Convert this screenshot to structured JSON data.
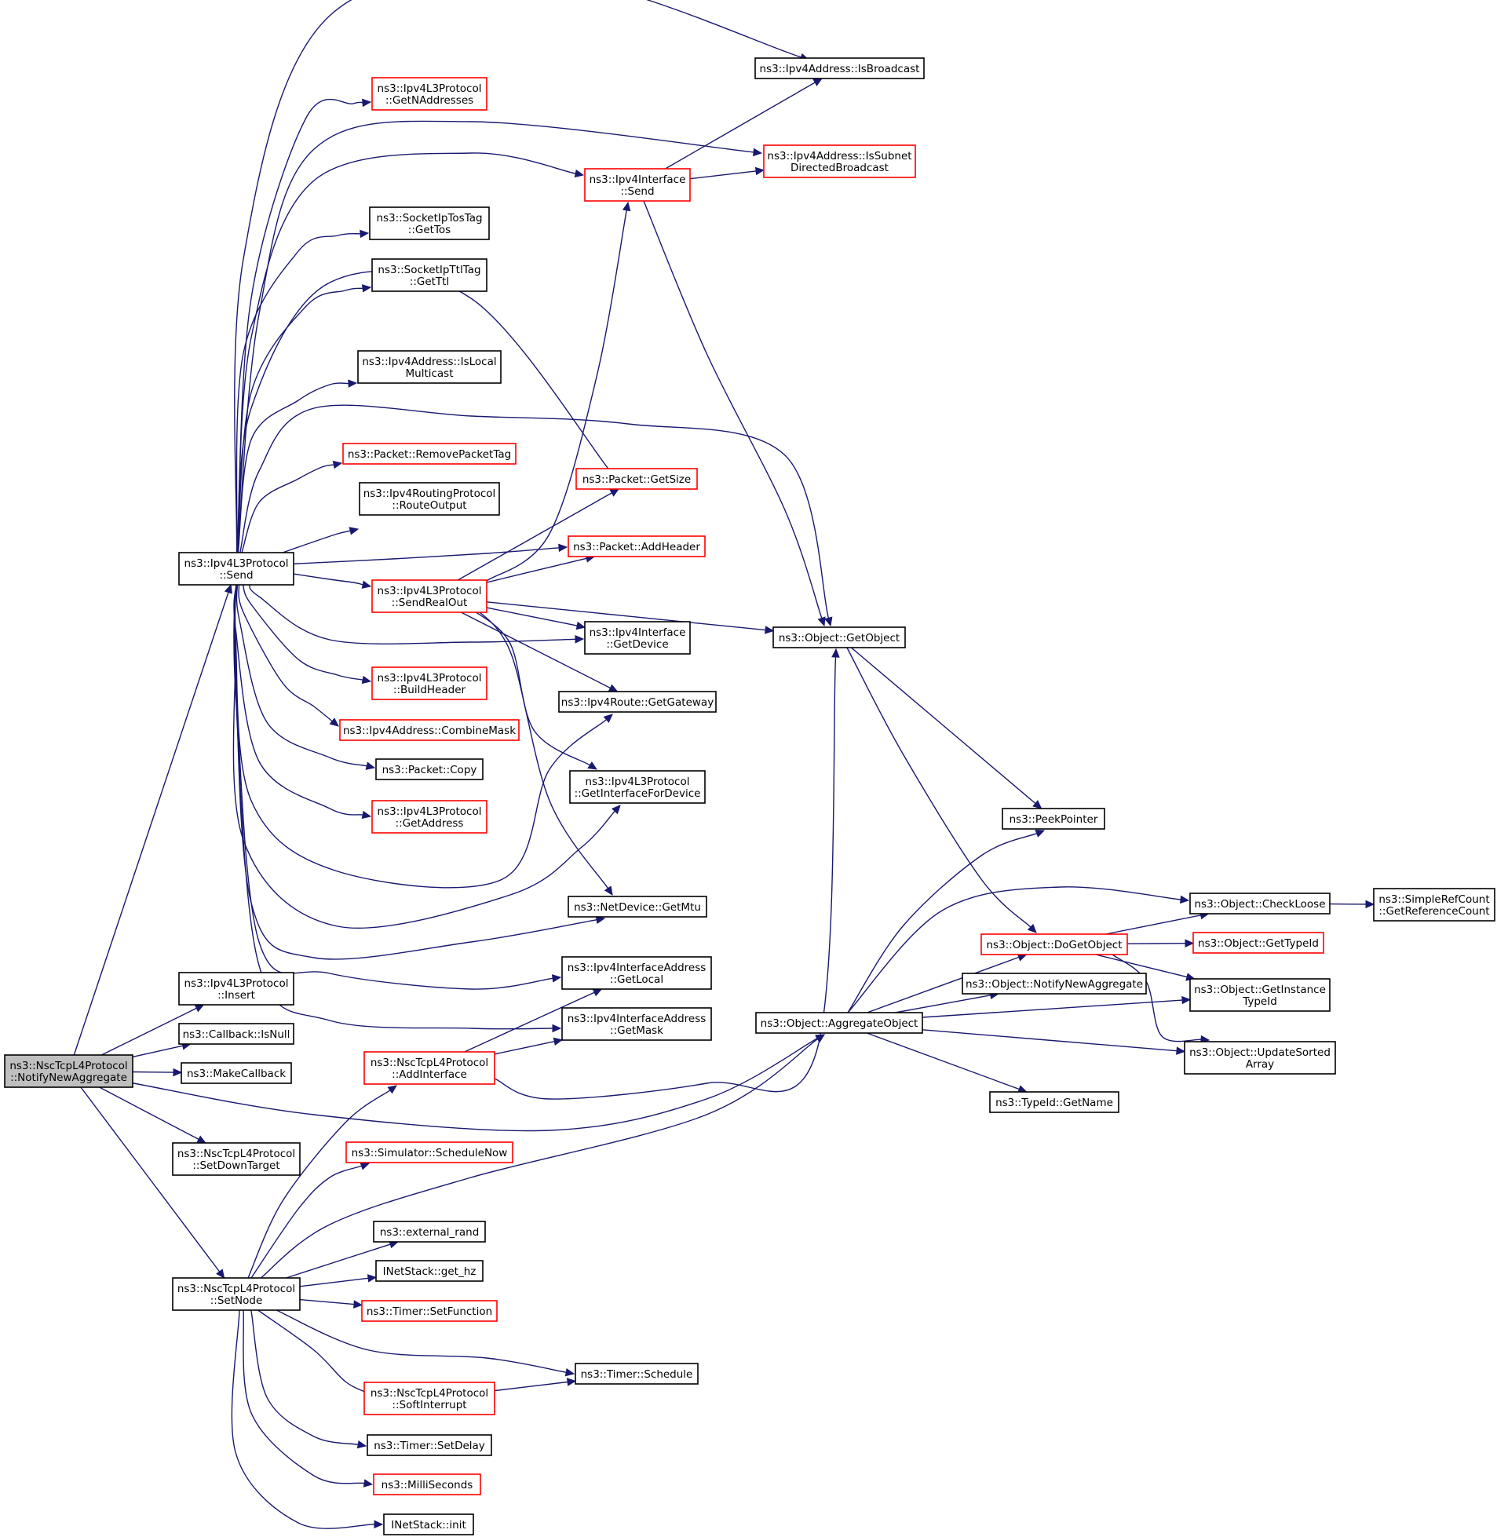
{
  "colors": {
    "edge": "#191970",
    "border_normal": "#000000",
    "border_truncated": "#ff0000",
    "root_fill": "#bfbfbf",
    "node_fill": "#ffffff"
  },
  "nodes": [
    {
      "id": "root",
      "lines": [
        "ns3::NscTcpL4Protocol",
        "::NotifyNewAggregate"
      ],
      "style": "root"
    },
    {
      "id": "ipv4l3_send",
      "lines": [
        "ns3::Ipv4L3Protocol",
        "::Send"
      ],
      "style": "normal"
    },
    {
      "id": "ipv4l3_insert",
      "lines": [
        "ns3::Ipv4L3Protocol",
        "::Insert"
      ],
      "style": "normal"
    },
    {
      "id": "callback_isnull",
      "lines": [
        "ns3::Callback::IsNull"
      ],
      "style": "normal"
    },
    {
      "id": "makecallback",
      "lines": [
        "ns3::MakeCallback"
      ],
      "style": "normal"
    },
    {
      "id": "setdowntarget",
      "lines": [
        "ns3::NscTcpL4Protocol",
        "::SetDownTarget"
      ],
      "style": "normal"
    },
    {
      "id": "setnode",
      "lines": [
        "ns3::NscTcpL4Protocol",
        "::SetNode"
      ],
      "style": "normal"
    },
    {
      "id": "getnaddresses",
      "lines": [
        "ns3::Ipv4L3Protocol",
        "::GetNAddresses"
      ],
      "style": "truncated"
    },
    {
      "id": "gettos",
      "lines": [
        "ns3::SocketIpTosTag",
        "::GetTos"
      ],
      "style": "normal"
    },
    {
      "id": "getttl",
      "lines": [
        "ns3::SocketIpTtlTag",
        "::GetTtl"
      ],
      "style": "normal"
    },
    {
      "id": "islocalmulticast",
      "lines": [
        "ns3::Ipv4Address::IsLocal",
        "Multicast"
      ],
      "style": "normal"
    },
    {
      "id": "removepackettag",
      "lines": [
        "ns3::Packet::RemovePacketTag"
      ],
      "style": "truncated"
    },
    {
      "id": "routeoutput",
      "lines": [
        "ns3::Ipv4RoutingProtocol",
        "::RouteOutput"
      ],
      "style": "normal"
    },
    {
      "id": "sendrealout",
      "lines": [
        "ns3::Ipv4L3Protocol",
        "::SendRealOut"
      ],
      "style": "truncated"
    },
    {
      "id": "buildheader",
      "lines": [
        "ns3::Ipv4L3Protocol",
        "::BuildHeader"
      ],
      "style": "truncated"
    },
    {
      "id": "combinemask",
      "lines": [
        "ns3::Ipv4Address::CombineMask"
      ],
      "style": "truncated"
    },
    {
      "id": "packet_copy",
      "lines": [
        "ns3::Packet::Copy"
      ],
      "style": "normal"
    },
    {
      "id": "getaddress",
      "lines": [
        "ns3::Ipv4L3Protocol",
        "::GetAddress"
      ],
      "style": "truncated"
    },
    {
      "id": "isbroadcast",
      "lines": [
        "ns3::Ipv4Address::IsBroadcast"
      ],
      "style": "normal"
    },
    {
      "id": "issubnetdirected",
      "lines": [
        "ns3::Ipv4Address::IsSubnet",
        "DirectedBroadcast"
      ],
      "style": "truncated"
    },
    {
      "id": "ipv4if_send",
      "lines": [
        "ns3::Ipv4Interface",
        "::Send"
      ],
      "style": "truncated"
    },
    {
      "id": "packet_getsize",
      "lines": [
        "ns3::Packet::GetSize"
      ],
      "style": "truncated"
    },
    {
      "id": "addheader",
      "lines": [
        "ns3::Packet::AddHeader"
      ],
      "style": "truncated"
    },
    {
      "id": "ipv4if_getdevice",
      "lines": [
        "ns3::Ipv4Interface",
        "::GetDevice"
      ],
      "style": "normal"
    },
    {
      "id": "getgateway",
      "lines": [
        "ns3::Ipv4Route::GetGateway"
      ],
      "style": "normal"
    },
    {
      "id": "getinterfacefordevice",
      "lines": [
        "ns3::Ipv4L3Protocol",
        "::GetInterfaceForDevice"
      ],
      "style": "normal"
    },
    {
      "id": "getmtu",
      "lines": [
        "ns3::NetDevice::GetMtu"
      ],
      "style": "normal"
    },
    {
      "id": "ifaddr_getlocal",
      "lines": [
        "ns3::Ipv4InterfaceAddress",
        "::GetLocal"
      ],
      "style": "normal"
    },
    {
      "id": "ifaddr_getmask",
      "lines": [
        "ns3::Ipv4InterfaceAddress",
        "::GetMask"
      ],
      "style": "normal"
    },
    {
      "id": "addinterface",
      "lines": [
        "ns3::NscTcpL4Protocol",
        "::AddInterface"
      ],
      "style": "truncated"
    },
    {
      "id": "schedulenow",
      "lines": [
        "ns3::Simulator::ScheduleNow"
      ],
      "style": "truncated"
    },
    {
      "id": "external_rand",
      "lines": [
        "ns3::external_rand"
      ],
      "style": "normal"
    },
    {
      "id": "get_hz",
      "lines": [
        "INetStack::get_hz"
      ],
      "style": "normal"
    },
    {
      "id": "setfunction",
      "lines": [
        "ns3::Timer::SetFunction"
      ],
      "style": "truncated"
    },
    {
      "id": "timer_schedule",
      "lines": [
        "ns3::Timer::Schedule"
      ],
      "style": "normal"
    },
    {
      "id": "softinterrupt",
      "lines": [
        "ns3::NscTcpL4Protocol",
        "::SoftInterrupt"
      ],
      "style": "truncated"
    },
    {
      "id": "setdelay",
      "lines": [
        "ns3::Timer::SetDelay"
      ],
      "style": "normal"
    },
    {
      "id": "milliseconds",
      "lines": [
        "ns3::MilliSeconds"
      ],
      "style": "truncated"
    },
    {
      "id": "inetstack_init",
      "lines": [
        "INetStack::init"
      ],
      "style": "normal"
    },
    {
      "id": "getobject",
      "lines": [
        "ns3::Object::GetObject"
      ],
      "style": "normal"
    },
    {
      "id": "aggregateobject",
      "lines": [
        "ns3::Object::AggregateObject"
      ],
      "style": "normal"
    },
    {
      "id": "peekpointer",
      "lines": [
        "ns3::PeekPointer"
      ],
      "style": "normal"
    },
    {
      "id": "dogetobject",
      "lines": [
        "ns3::Object::DoGetObject"
      ],
      "style": "truncated"
    },
    {
      "id": "notifynewaggregate",
      "lines": [
        "ns3::Object::NotifyNewAggregate"
      ],
      "style": "normal"
    },
    {
      "id": "typeid_getname",
      "lines": [
        "ns3::TypeId::GetName"
      ],
      "style": "normal"
    },
    {
      "id": "checkloose",
      "lines": [
        "ns3::Object::CheckLoose"
      ],
      "style": "normal"
    },
    {
      "id": "gettypeid",
      "lines": [
        "ns3::Object::GetTypeId"
      ],
      "style": "truncated"
    },
    {
      "id": "getinstancetypeid",
      "lines": [
        "ns3::Object::GetInstance",
        "TypeId"
      ],
      "style": "normal"
    },
    {
      "id": "updatesortedarray",
      "lines": [
        "ns3::Object::UpdateSorted",
        "Array"
      ],
      "style": "normal"
    },
    {
      "id": "getreferencecount",
      "lines": [
        "ns3::SimpleRefCount",
        "::GetReferenceCount"
      ],
      "style": "normal"
    }
  ],
  "edges": [
    [
      "root",
      "ipv4l3_send"
    ],
    [
      "root",
      "ipv4l3_insert"
    ],
    [
      "root",
      "callback_isnull"
    ],
    [
      "root",
      "makecallback"
    ],
    [
      "root",
      "setdowntarget"
    ],
    [
      "root",
      "setnode"
    ],
    [
      "root",
      "aggregateobject"
    ],
    [
      "ipv4l3_send",
      "isbroadcast"
    ],
    [
      "ipv4l3_send",
      "getnaddresses"
    ],
    [
      "ipv4l3_send",
      "issubnetdirected"
    ],
    [
      "ipv4l3_send",
      "ipv4if_send"
    ],
    [
      "ipv4l3_send",
      "gettos"
    ],
    [
      "ipv4l3_send",
      "getttl"
    ],
    [
      "ipv4l3_send",
      "packet_getsize"
    ],
    [
      "ipv4l3_send",
      "islocalmulticast"
    ],
    [
      "ipv4l3_send",
      "getobject"
    ],
    [
      "ipv4l3_send",
      "removepackettag"
    ],
    [
      "ipv4l3_send",
      "routeoutput"
    ],
    [
      "ipv4l3_send",
      "addheader"
    ],
    [
      "ipv4l3_send",
      "sendrealout"
    ],
    [
      "ipv4l3_send",
      "ipv4if_getdevice"
    ],
    [
      "ipv4l3_send",
      "buildheader"
    ],
    [
      "ipv4l3_send",
      "combinemask"
    ],
    [
      "ipv4l3_send",
      "packet_copy"
    ],
    [
      "ipv4l3_send",
      "getaddress"
    ],
    [
      "ipv4l3_send",
      "getgateway"
    ],
    [
      "ipv4l3_send",
      "getinterfacefordevice"
    ],
    [
      "ipv4l3_send",
      "getmtu"
    ],
    [
      "ipv4l3_send",
      "ifaddr_getlocal"
    ],
    [
      "ipv4l3_send",
      "ifaddr_getmask"
    ],
    [
      "sendrealout",
      "ipv4if_send"
    ],
    [
      "sendrealout",
      "packet_getsize"
    ],
    [
      "sendrealout",
      "addheader"
    ],
    [
      "sendrealout",
      "getobject"
    ],
    [
      "sendrealout",
      "ipv4if_getdevice"
    ],
    [
      "sendrealout",
      "getgateway"
    ],
    [
      "sendrealout",
      "getinterfacefordevice"
    ],
    [
      "sendrealout",
      "getmtu"
    ],
    [
      "ipv4if_send",
      "isbroadcast"
    ],
    [
      "ipv4if_send",
      "issubnetdirected"
    ],
    [
      "ipv4if_send",
      "getobject"
    ],
    [
      "addinterface",
      "ifaddr_getlocal"
    ],
    [
      "addinterface",
      "ifaddr_getmask"
    ],
    [
      "addinterface",
      "getobject"
    ],
    [
      "setnode",
      "addinterface"
    ],
    [
      "setnode",
      "schedulenow"
    ],
    [
      "setnode",
      "aggregateobject"
    ],
    [
      "setnode",
      "external_rand"
    ],
    [
      "setnode",
      "get_hz"
    ],
    [
      "setnode",
      "setfunction"
    ],
    [
      "setnode",
      "timer_schedule"
    ],
    [
      "setnode",
      "softinterrupt"
    ],
    [
      "setnode",
      "setdelay"
    ],
    [
      "setnode",
      "milliseconds"
    ],
    [
      "setnode",
      "inetstack_init"
    ],
    [
      "softinterrupt",
      "timer_schedule"
    ],
    [
      "getobject",
      "peekpointer"
    ],
    [
      "getobject",
      "dogetobject"
    ],
    [
      "aggregateobject",
      "peekpointer"
    ],
    [
      "aggregateobject",
      "checkloose"
    ],
    [
      "aggregateobject",
      "dogetobject"
    ],
    [
      "aggregateobject",
      "notifynewaggregate"
    ],
    [
      "aggregateobject",
      "getinstancetypeid"
    ],
    [
      "aggregateobject",
      "updatesortedarray"
    ],
    [
      "aggregateobject",
      "typeid_getname"
    ],
    [
      "dogetobject",
      "checkloose"
    ],
    [
      "dogetobject",
      "gettypeid"
    ],
    [
      "dogetobject",
      "getinstancetypeid"
    ],
    [
      "dogetobject",
      "updatesortedarray"
    ],
    [
      "checkloose",
      "getreferencecount"
    ]
  ]
}
